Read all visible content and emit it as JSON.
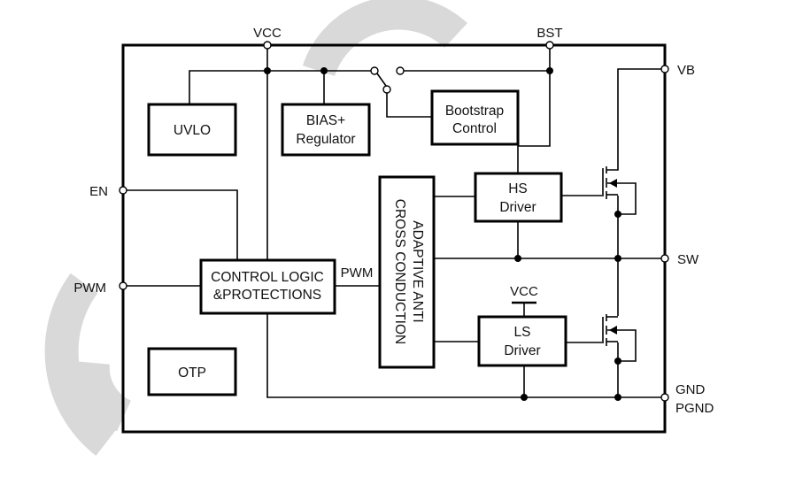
{
  "diagram": {
    "type": "block-diagram",
    "pins": {
      "vcc": "VCC",
      "bst": "BST",
      "vb": "VB",
      "en": "EN",
      "pwm": "PWM",
      "sw": "SW",
      "gnd": "GND",
      "pgnd": "PGND"
    },
    "blocks": {
      "uvlo": [
        "UVLO"
      ],
      "bias_regulator": [
        "BIAS+",
        "Regulator"
      ],
      "bootstrap_control": [
        "Bootstrap",
        "Control"
      ],
      "control_logic": [
        "CONTROL LOGIC",
        "&PROTECTIONS"
      ],
      "adaptive": [
        "ADAPTIVE ANTI",
        "CROSS CONDUCTION"
      ],
      "hs_driver": [
        "HS",
        "Driver"
      ],
      "ls_driver": [
        "LS",
        "Driver"
      ],
      "otp": [
        "OTP"
      ]
    },
    "internal_labels": {
      "pwm_signal": "PWM",
      "ls_supply": "VCC"
    },
    "components": {
      "high_side_switch": "nmos-transistor",
      "low_side_switch": "nmos-transistor",
      "bootstrap_switch": "spdt-switch"
    },
    "watermark": "light-gray-letters"
  }
}
